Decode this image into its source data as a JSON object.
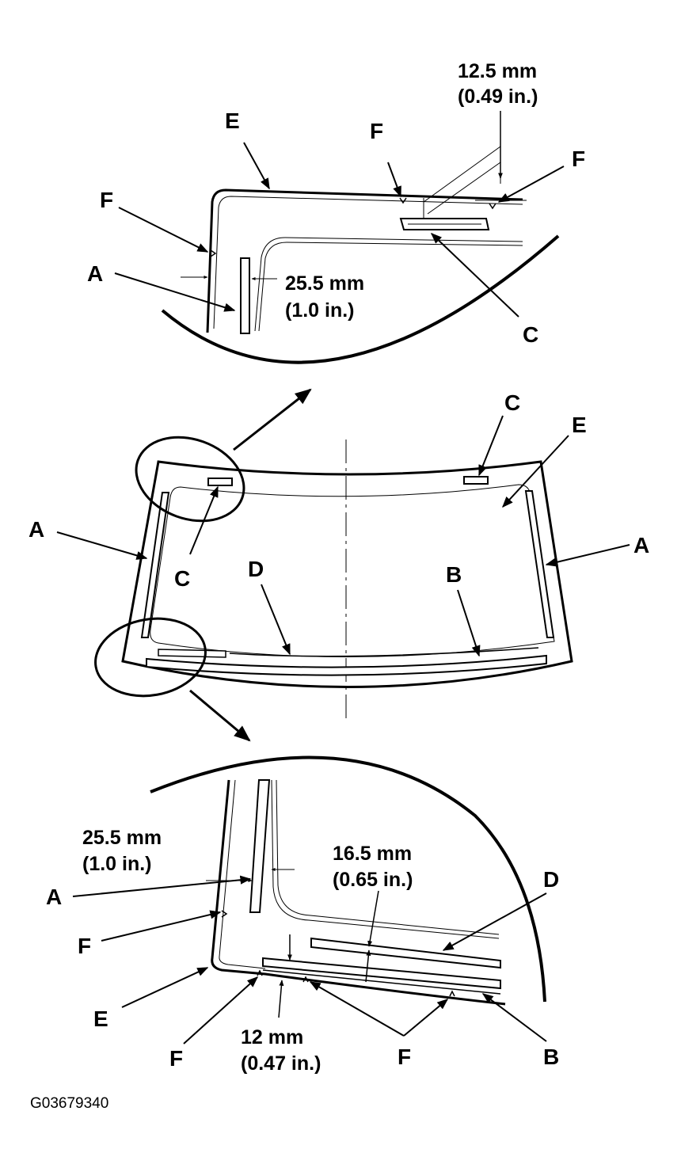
{
  "labels": {
    "A": "A",
    "B": "B",
    "C": "C",
    "D": "D",
    "E": "E",
    "F": "F"
  },
  "measurements": {
    "top_right_mm": "12.5 mm",
    "top_right_in": "(0.49 in.)",
    "top_left_mm": "25.5 mm",
    "top_left_in": "(1.0 in.)",
    "bottom_left_mm": "25.5 mm",
    "bottom_left_in": "(1.0 in.)",
    "bottom_mid_mm": "16.5 mm",
    "bottom_mid_in": "(0.65 in.)",
    "bottom_low_mm": "12 mm",
    "bottom_low_in": "(0.47 in.)"
  },
  "figure_code": "G03679340"
}
